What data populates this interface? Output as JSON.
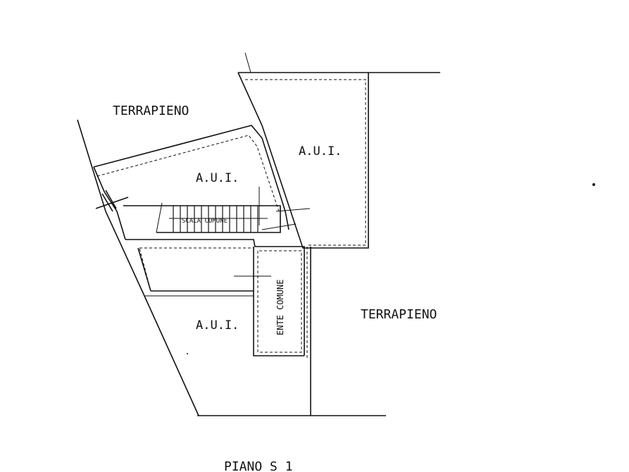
{
  "labels": {
    "terrapieno_top": "TERRAPIENO",
    "terrapieno_right": "TERRAPIENO",
    "aui_top_right": "A.U.I.",
    "aui_upper": "A.U.I.",
    "aui_lower": "A.U.I.",
    "scala_comune": "SCALA COMUNE",
    "ente_comune": "ENTE COMUNE",
    "floor_caption": "PIANO  S 1"
  }
}
